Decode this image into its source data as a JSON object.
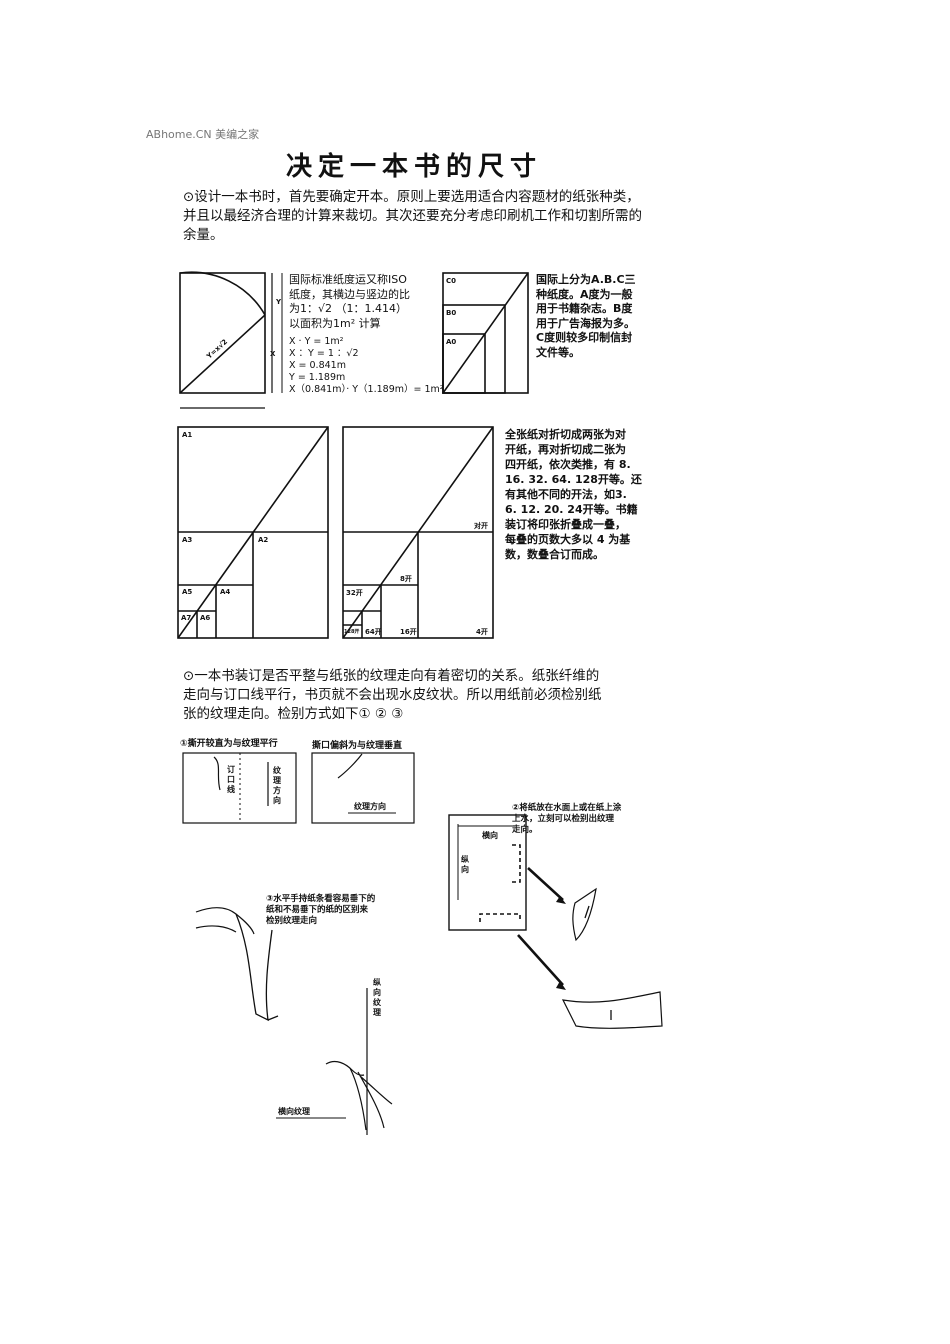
{
  "watermark": "ABhome.CN 美编之家",
  "title": "决定一本书的尺寸",
  "intro": "⊙设计一本书时，首先要确定开本。原则上要选用适合内容题材的纸张种类，并且以最经济合理的计算来裁切。其次还要充分考虑印刷机工作和切割所需的余量。",
  "iso": {
    "text1": "国际标准纸度运又称ISO",
    "text2": "纸度，其横边与竖边的比",
    "text3": "为1：√2 （1：1.414）",
    "text4": "以面积为1m² 计算",
    "f1": "X · Y = 1m²",
    "f2": "X ：Y = 1 ：√2",
    "f3": "X = 0.841m",
    "f4": "Y = 1.189m",
    "f5": "X（0.841m）· Y（1.189m）= 1m²",
    "label_y": "Y",
    "label_x": "X",
    "label_diag": "Y=x√2"
  },
  "abc": {
    "text1": "国际上分为A.B.C三",
    "text2": "种纸度。A度为一般",
    "text3": "用于书籍杂志。B度",
    "text4": "用于广告海报为多。",
    "text5": "C度则较多印制信封",
    "text6": "文件等。",
    "c0": "C0",
    "b0": "B0",
    "a0": "A0"
  },
  "asizes": {
    "a1": "A1",
    "a2": "A2",
    "a3": "A3",
    "a4": "A4",
    "a5": "A5",
    "a6": "A6",
    "a7": "A7"
  },
  "kai": {
    "k2": "对开",
    "k8": "8开",
    "k32": "32开",
    "k128": "128开",
    "k64": "64开",
    "k16": "16开",
    "k4": "4开"
  },
  "fold": {
    "text1": "全张纸对折切成两张为对",
    "text2": "开纸，再对折切成二张为",
    "text3": "四开纸，依次类推，有 8.",
    "text4": "16. 32. 64. 128开等。还",
    "text5": "有其他不同的开法，如3.",
    "text6": "6. 12. 20. 24开等。书籍",
    "text7": "装订将印张折叠成一叠，",
    "text8": "每叠的页数大多以 4 为基",
    "text9": "数，数叠合订而成。"
  },
  "grain": {
    "line1": "⊙一本书装订是否平整与纸张的纹理走向有着密切的关系。纸张纤维的",
    "line2": "走向与订口线平行，书页就不会出现水皮纹状。所以用纸前必须检别纸",
    "line3": "张的纹理走向。检别方式如下① ② ③"
  },
  "method1": {
    "caption": "①撕开较直为与纹理平行",
    "dingkou": "订口线",
    "direction": "纹理方向"
  },
  "method1b": {
    "caption": "撕口偏斜为与纹理垂直",
    "direction": "纹理方向"
  },
  "method2": {
    "caption1": "②将纸放在水面上或在纸上涂",
    "caption2": "上水，立刻可以检别出纹理",
    "caption3": "走向。",
    "heng": "横向",
    "zong": "纵向"
  },
  "method3": {
    "caption1": "③水平手持纸条看容易垂下的",
    "caption2": "纸和不易垂下的纸的区别来",
    "caption3": "检别纹理走向",
    "vertical": "纵向纹理",
    "horizontal": "横向纹理"
  }
}
